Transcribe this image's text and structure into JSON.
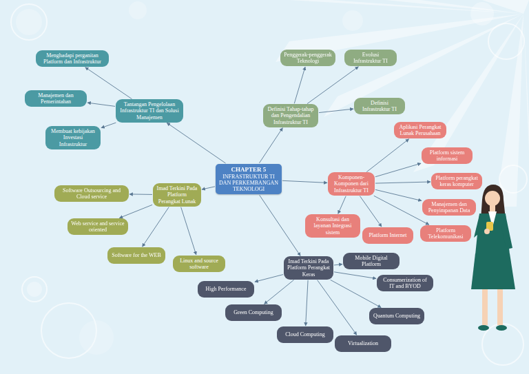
{
  "diagram": {
    "nodes": [
      {
        "text": [
          "CHAPTER 5",
          "INFRASTRUKTUR TI DAN PERKEMBANGAN TEKNOLOGI"
        ]
      },
      {
        "text": [
          "Tantangan Pengelolaan Infrastruktur TI dan Solusi Manajemen"
        ]
      },
      {
        "text": [
          "Menghadapi perganitan Platform dan Infrastruktur"
        ]
      },
      {
        "text": [
          "Manajemen dan Pemerintahan"
        ]
      },
      {
        "text": [
          "Membuat kebijakan Investasi Infrastruktur"
        ]
      },
      {
        "text": [
          "Definisi Tahap-tahap dan Pengendalian Infrastruktur TI"
        ]
      },
      {
        "text": [
          "Penggerak-penggerak Teknologi"
        ]
      },
      {
        "text": [
          "Evolusi Infrastruktur TI"
        ]
      },
      {
        "text": [
          "Definisi Infrastruktur TI"
        ]
      },
      {
        "text": [
          "Komponen-Komponen dari Infrastruktur TI"
        ]
      },
      {
        "text": [
          "Aplikasi Perangkat Lunak Perusahaan"
        ]
      },
      {
        "text": [
          "Platform sistem informasi"
        ]
      },
      {
        "text": [
          "Platform perangkat keras komputer"
        ]
      },
      {
        "text": [
          "Manajemen dan Penyimpanan Data"
        ]
      },
      {
        "text": [
          "Platform Telekomunikasi"
        ]
      },
      {
        "text": [
          "Platform Internet"
        ]
      },
      {
        "text": [
          "Konsultasi dan layanan Integrasi sistem"
        ]
      },
      {
        "text": [
          "Imad Terkini Pada Platform Perangkat Lunak"
        ]
      },
      {
        "text": [
          "Software Outsourcing and Cloud service"
        ]
      },
      {
        "text": [
          "Web service and service oriented"
        ]
      },
      {
        "text": [
          "Software for the WEB"
        ]
      },
      {
        "text": [
          "Linux and source software"
        ]
      },
      {
        "text": [
          "Imad Terkini Pada Platform Perangkat Keras"
        ]
      },
      {
        "text": [
          "Mobile Digital Platform"
        ]
      },
      {
        "text": [
          "Consumerization of IT and BYOD"
        ]
      },
      {
        "text": [
          "Quantum Computing"
        ]
      },
      {
        "text": [
          "Virtualization"
        ]
      },
      {
        "text": [
          "Cloud Computing"
        ]
      },
      {
        "text": [
          "Green Computing"
        ]
      },
      {
        "text": [
          "High Performance"
        ]
      }
    ],
    "edges": [
      {
        "from": 0,
        "to": 1,
        "arrow": "to"
      },
      {
        "from": 1,
        "to": 2,
        "arrow": "to"
      },
      {
        "from": 1,
        "to": 3,
        "arrow": "to"
      },
      {
        "from": 1,
        "to": 4,
        "arrow": "to"
      },
      {
        "from": 0,
        "to": 5,
        "arrow": "to"
      },
      {
        "from": 5,
        "to": 6,
        "arrow": "to"
      },
      {
        "from": 5,
        "to": 7,
        "arrow": "to"
      },
      {
        "from": 5,
        "to": 8,
        "arrow": "to"
      },
      {
        "from": 0,
        "to": 9,
        "arrow": "to"
      },
      {
        "from": 9,
        "to": 10,
        "arrow": "to"
      },
      {
        "from": 9,
        "to": 11,
        "arrow": "to"
      },
      {
        "from": 9,
        "to": 12,
        "arrow": "to"
      },
      {
        "from": 9,
        "to": 13,
        "arrow": "to"
      },
      {
        "from": 9,
        "to": 14,
        "arrow": "to"
      },
      {
        "from": 9,
        "to": 15,
        "arrow": "to"
      },
      {
        "from": 9,
        "to": 16,
        "arrow": "to"
      },
      {
        "from": 0,
        "to": 17,
        "arrow": "to"
      },
      {
        "from": 17,
        "to": 18,
        "arrow": "to"
      },
      {
        "from": 17,
        "to": 19,
        "arrow": "to"
      },
      {
        "from": 17,
        "to": 20,
        "arrow": "to"
      },
      {
        "from": 17,
        "to": 21,
        "arrow": "to"
      },
      {
        "from": 0,
        "to": 22,
        "arrow": "to"
      },
      {
        "from": 22,
        "to": 23,
        "arrow": "to"
      },
      {
        "from": 22,
        "to": 24,
        "arrow": "to"
      },
      {
        "from": 22,
        "to": 25,
        "arrow": "to"
      },
      {
        "from": 22,
        "to": 26,
        "arrow": "to"
      },
      {
        "from": 22,
        "to": 27,
        "arrow": "to"
      },
      {
        "from": 22,
        "to": 28,
        "arrow": "to"
      },
      {
        "from": 22,
        "to": 29,
        "arrow": "to"
      }
    ]
  }
}
